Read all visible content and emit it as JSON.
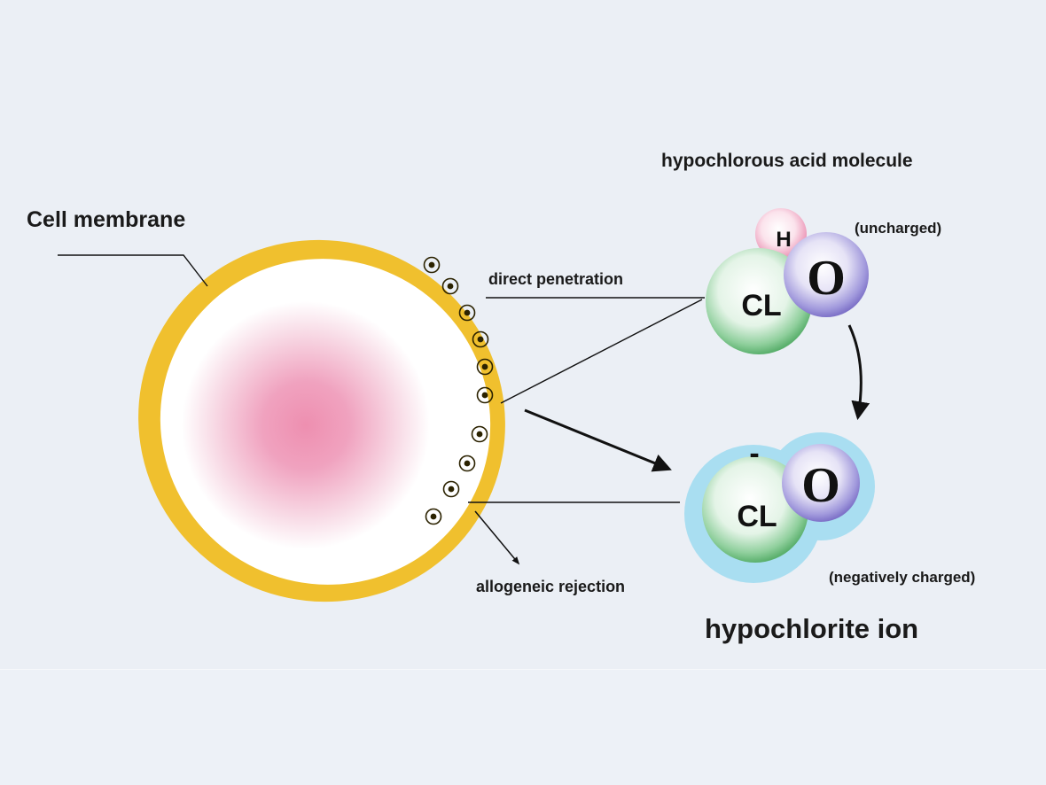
{
  "labels": {
    "cell_membrane": "Cell membrane",
    "hypochlorous_acid": "hypochlorous acid molecule",
    "uncharged": "(uncharged)",
    "direct_penetration": "direct penetration",
    "allogeneic_rejection": "allogeneic rejection",
    "negatively_charged": "(negatively charged)",
    "hypochlorite_ion": "hypochlorite ion"
  },
  "molecule": {
    "h": "H",
    "cl": "CL",
    "o": "O"
  },
  "ion": {
    "charge": "-",
    "cl": "CL",
    "o": "O"
  },
  "colors": {
    "membrane": "#f0c02e",
    "cell_core": "#ee8fb0",
    "chlorine": "#6dbd7e",
    "oxygen": "#8a7fd0",
    "hydrogen": "#ef9cbd",
    "ion_halo": "#a9def1"
  }
}
